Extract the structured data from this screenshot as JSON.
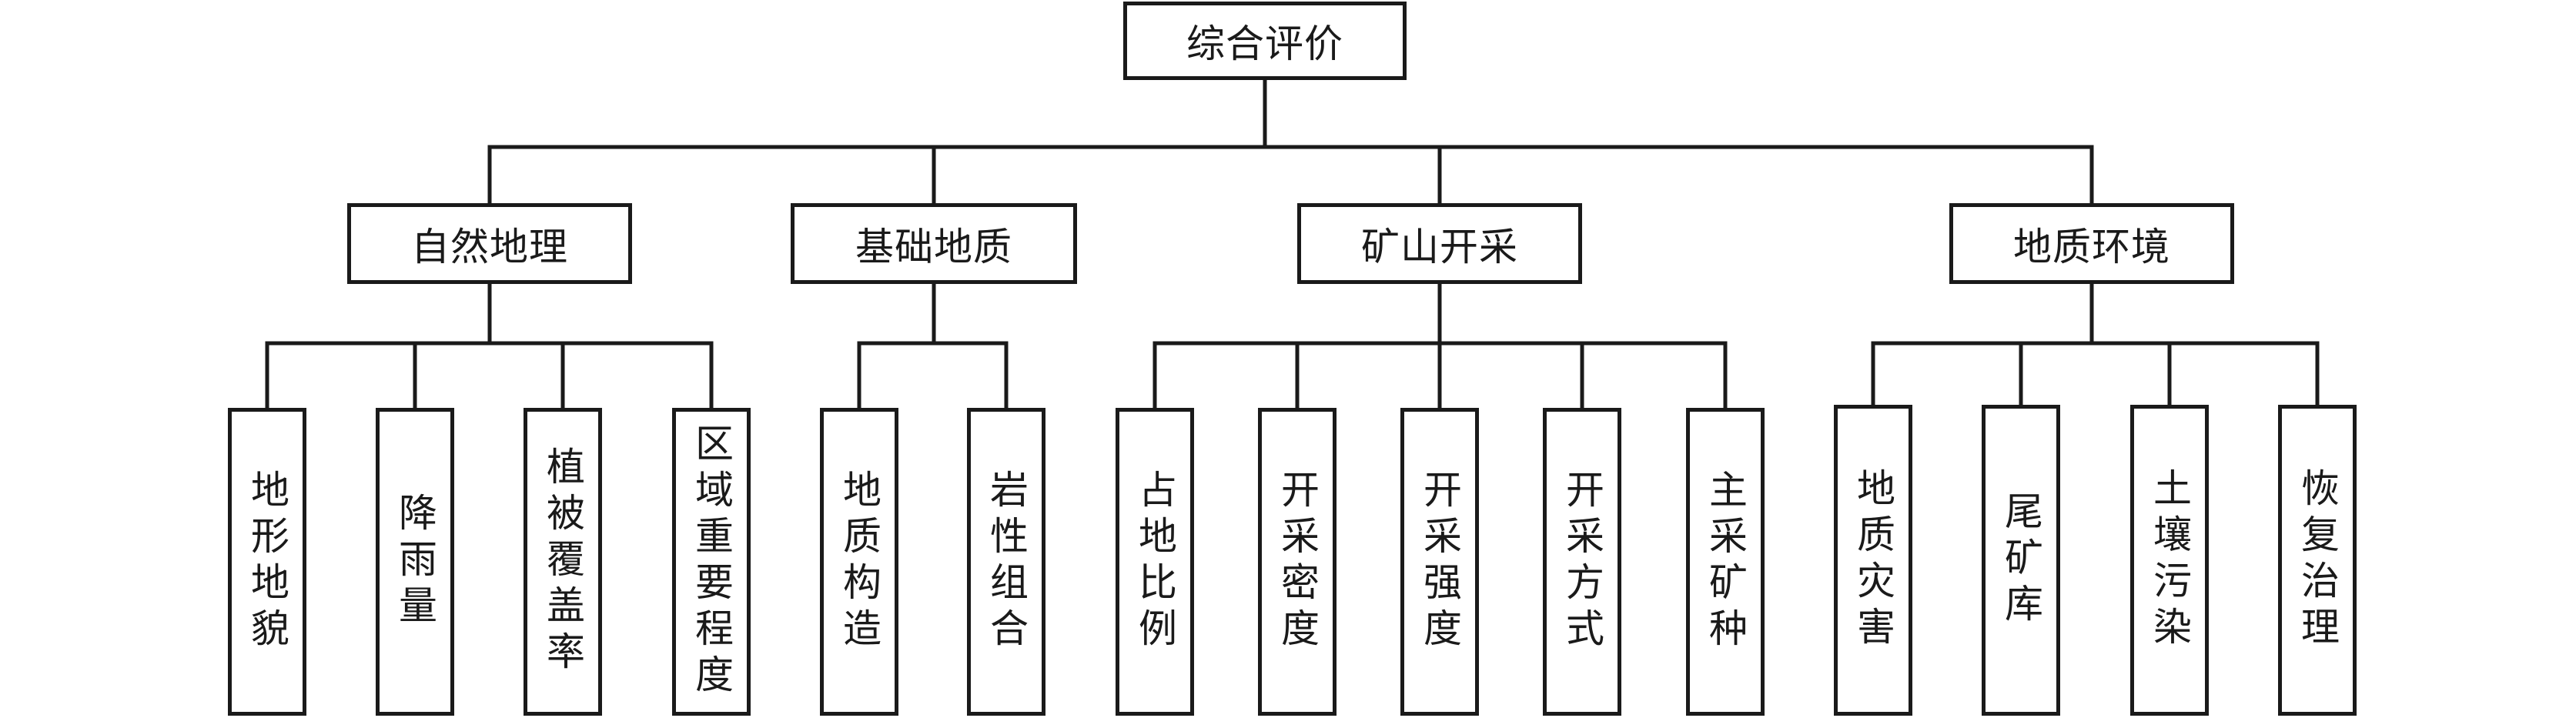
{
  "root": {
    "label": "综合评价"
  },
  "categories": [
    {
      "label": "自然地理",
      "leaves": [
        "地形地貌",
        "降雨量",
        "植被覆盖率",
        "区域重要程度"
      ]
    },
    {
      "label": "基础地质",
      "leaves": [
        "地质构造",
        "岩性组合"
      ]
    },
    {
      "label": "矿山开采",
      "leaves": [
        "占地比例",
        "开采密度",
        "开采强度",
        "开采方式",
        "主采矿种"
      ]
    },
    {
      "label": "地质环境",
      "leaves": [
        "地质灾害",
        "尾矿库",
        "土壤污染",
        "恢复治理"
      ]
    }
  ]
}
